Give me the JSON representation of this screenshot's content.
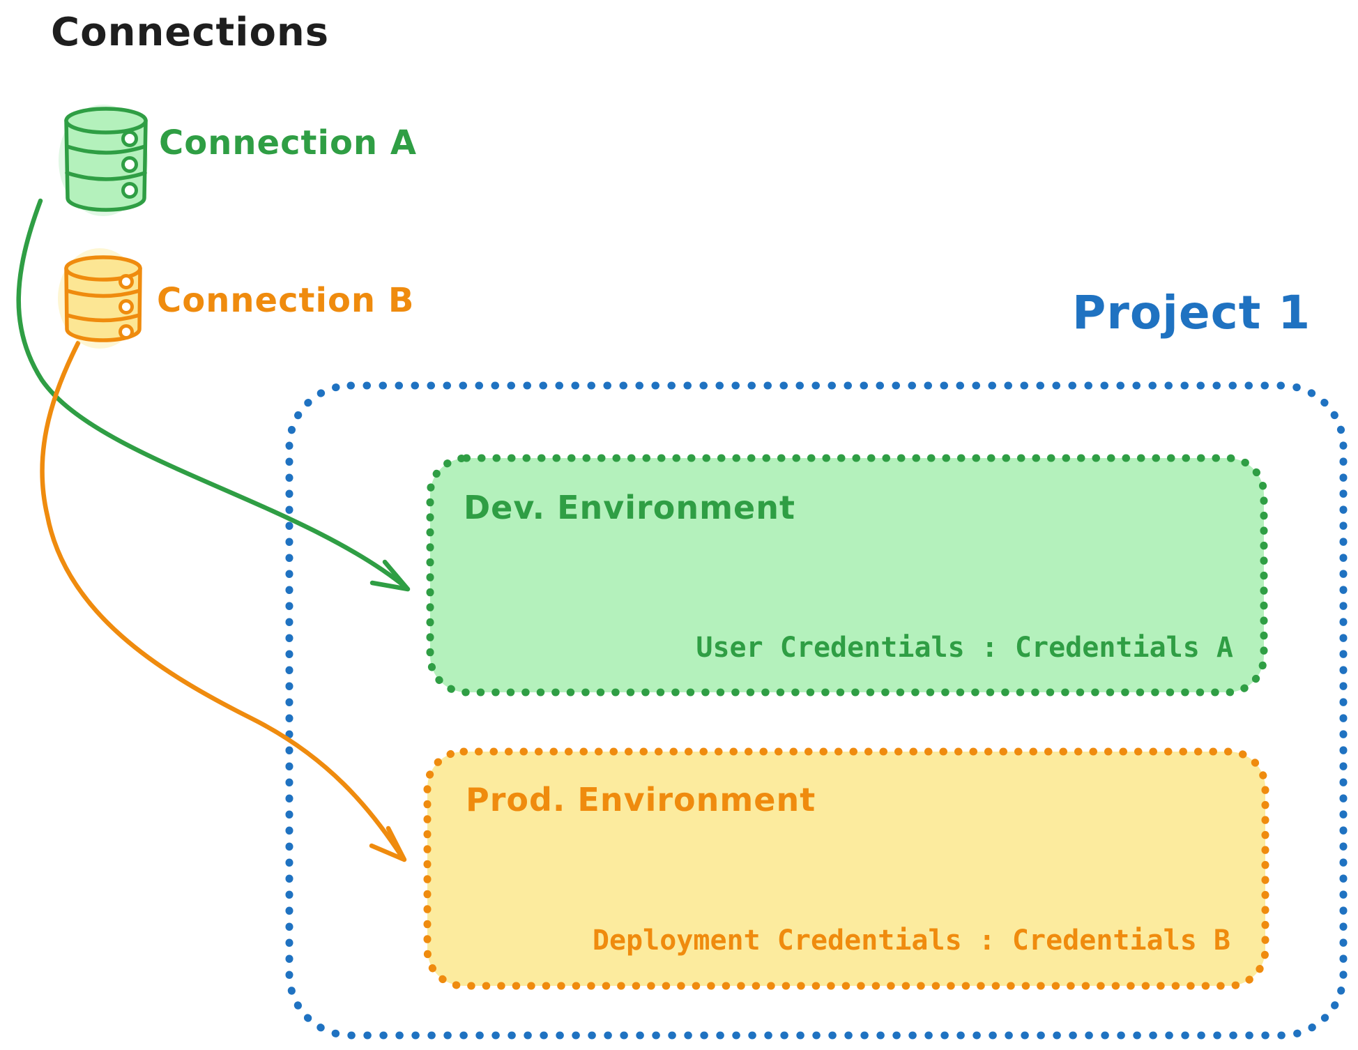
{
  "canvas": {
    "title": "Connections"
  },
  "colors": {
    "ink": "#1e1e1e",
    "green_stroke": "#2f9e44",
    "green_fill": "#b4f1bc",
    "orange_stroke": "#ef8b0e",
    "orange_fill": "#fceb9e",
    "blue": "#1f72c1"
  },
  "connections": [
    {
      "label": "Connection A"
    },
    {
      "label": "Connection B"
    }
  ],
  "project": {
    "label": "Project 1",
    "environments": [
      {
        "label": "Dev. Environment",
        "credentials": "User Credentials : Credentials A"
      },
      {
        "label": "Prod. Environment",
        "credentials": "Deployment Credentials : Credentials B"
      }
    ]
  }
}
